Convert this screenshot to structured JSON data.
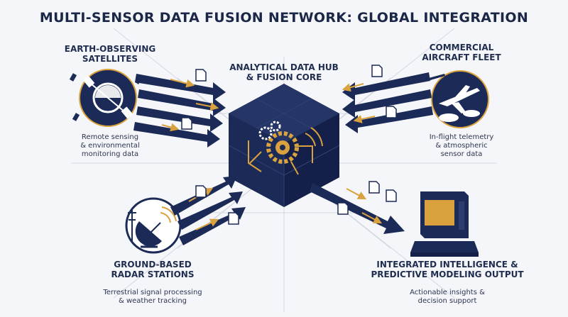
{
  "title": "MULTI-SENSOR DATA FUSION NETWORK: GLOBAL INTEGRATION",
  "colors": {
    "navy": "#1b2a56",
    "navy_dark": "#14204a",
    "gold": "#d9a23e",
    "line": "#c9cdd8",
    "background": "#f5f6f9"
  },
  "nodes": {
    "satellites": {
      "title": "EARTH-OBSERVING\nSATELLITES",
      "desc": "Remote sensing\n& environmental\nmonitoring data",
      "icon": "satellite-icon"
    },
    "aircraft": {
      "title": "COMMERCIAL\nAIRCRAFT FLEET",
      "desc": "In-flight telemetry\n& atmospheric\nsensor data",
      "icon": "airplane-icon"
    },
    "hub": {
      "title": "ANALYTICAL DATA HUB\n& FUSION CORE",
      "icon": "gears-icon"
    },
    "radar": {
      "title": "GROUND-BASED\nRADAR STATIONS",
      "desc": "Terrestrial signal processing\n& weather tracking",
      "icon": "radar-dish-icon"
    },
    "output": {
      "title": "INTEGRATED INTELLIGENCE &\nPREDICTIVE MODELING OUTPUT",
      "desc": "Actionable insights &\ndecision support",
      "icon": "computer-terminal-icon"
    }
  }
}
